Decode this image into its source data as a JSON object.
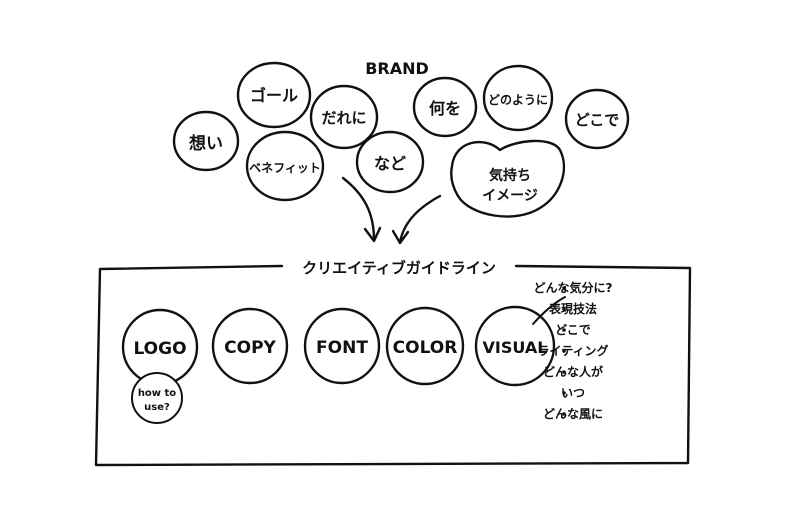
{
  "brand": {
    "title": "BRAND",
    "bubbles": [
      {
        "id": "omoi",
        "label": "想い"
      },
      {
        "id": "goal",
        "label": "ゴール"
      },
      {
        "id": "dareni",
        "label": "だれに"
      },
      {
        "id": "naniwo",
        "label": "何を"
      },
      {
        "id": "donoyouni",
        "label": "どのように"
      },
      {
        "id": "dokode",
        "label": "どこで"
      },
      {
        "id": "benefit",
        "label": "ベネフィット"
      },
      {
        "id": "nado",
        "label": "など"
      },
      {
        "id": "kimochi",
        "label": "気持ち",
        "label2": "イメージ"
      }
    ]
  },
  "guideline": {
    "title": "クリエイティブガイドライン",
    "items": [
      {
        "id": "logo",
        "label": "LOGO"
      },
      {
        "id": "copy",
        "label": "COPY"
      },
      {
        "id": "font",
        "label": "FONT"
      },
      {
        "id": "color",
        "label": "COLOR"
      },
      {
        "id": "visual",
        "label": "VISUAL"
      }
    ],
    "logo_sub": {
      "line1": "how to",
      "line2": "use?"
    },
    "visual_notes": [
      "どんな気分に?",
      "表現技法",
      "どこで",
      "ライティング",
      "どんな人が",
      "いつ",
      "どんな風に"
    ]
  }
}
